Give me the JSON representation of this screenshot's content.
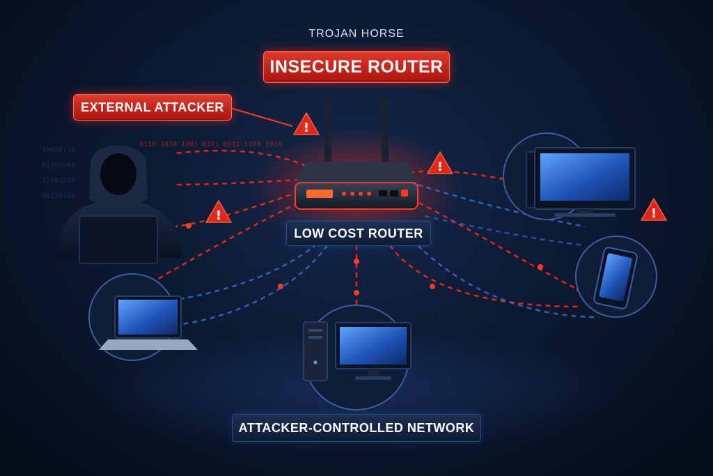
{
  "labels": {
    "kicker": "TROJAN HORSE",
    "title": "INSECURE ROUTER",
    "attacker": "EXTERNAL ATTACKER",
    "router": "LOW COST ROUTER",
    "network": "ATTACKER-CONTROLLED NETWORK"
  },
  "attacker_code_text": "0110 1010 1001 0101 0011 1100 1010",
  "colors": {
    "background": "#0b1a33",
    "alert_red": "#e0281a",
    "link_blue": "#3d6fd1",
    "screen_blue": "#2f6fd8"
  },
  "icons": [
    "hacker-icon",
    "router-icon",
    "warning-icon",
    "laptop-icon",
    "desktop-tower-icon",
    "monitor-icon",
    "smartphone-icon"
  ]
}
